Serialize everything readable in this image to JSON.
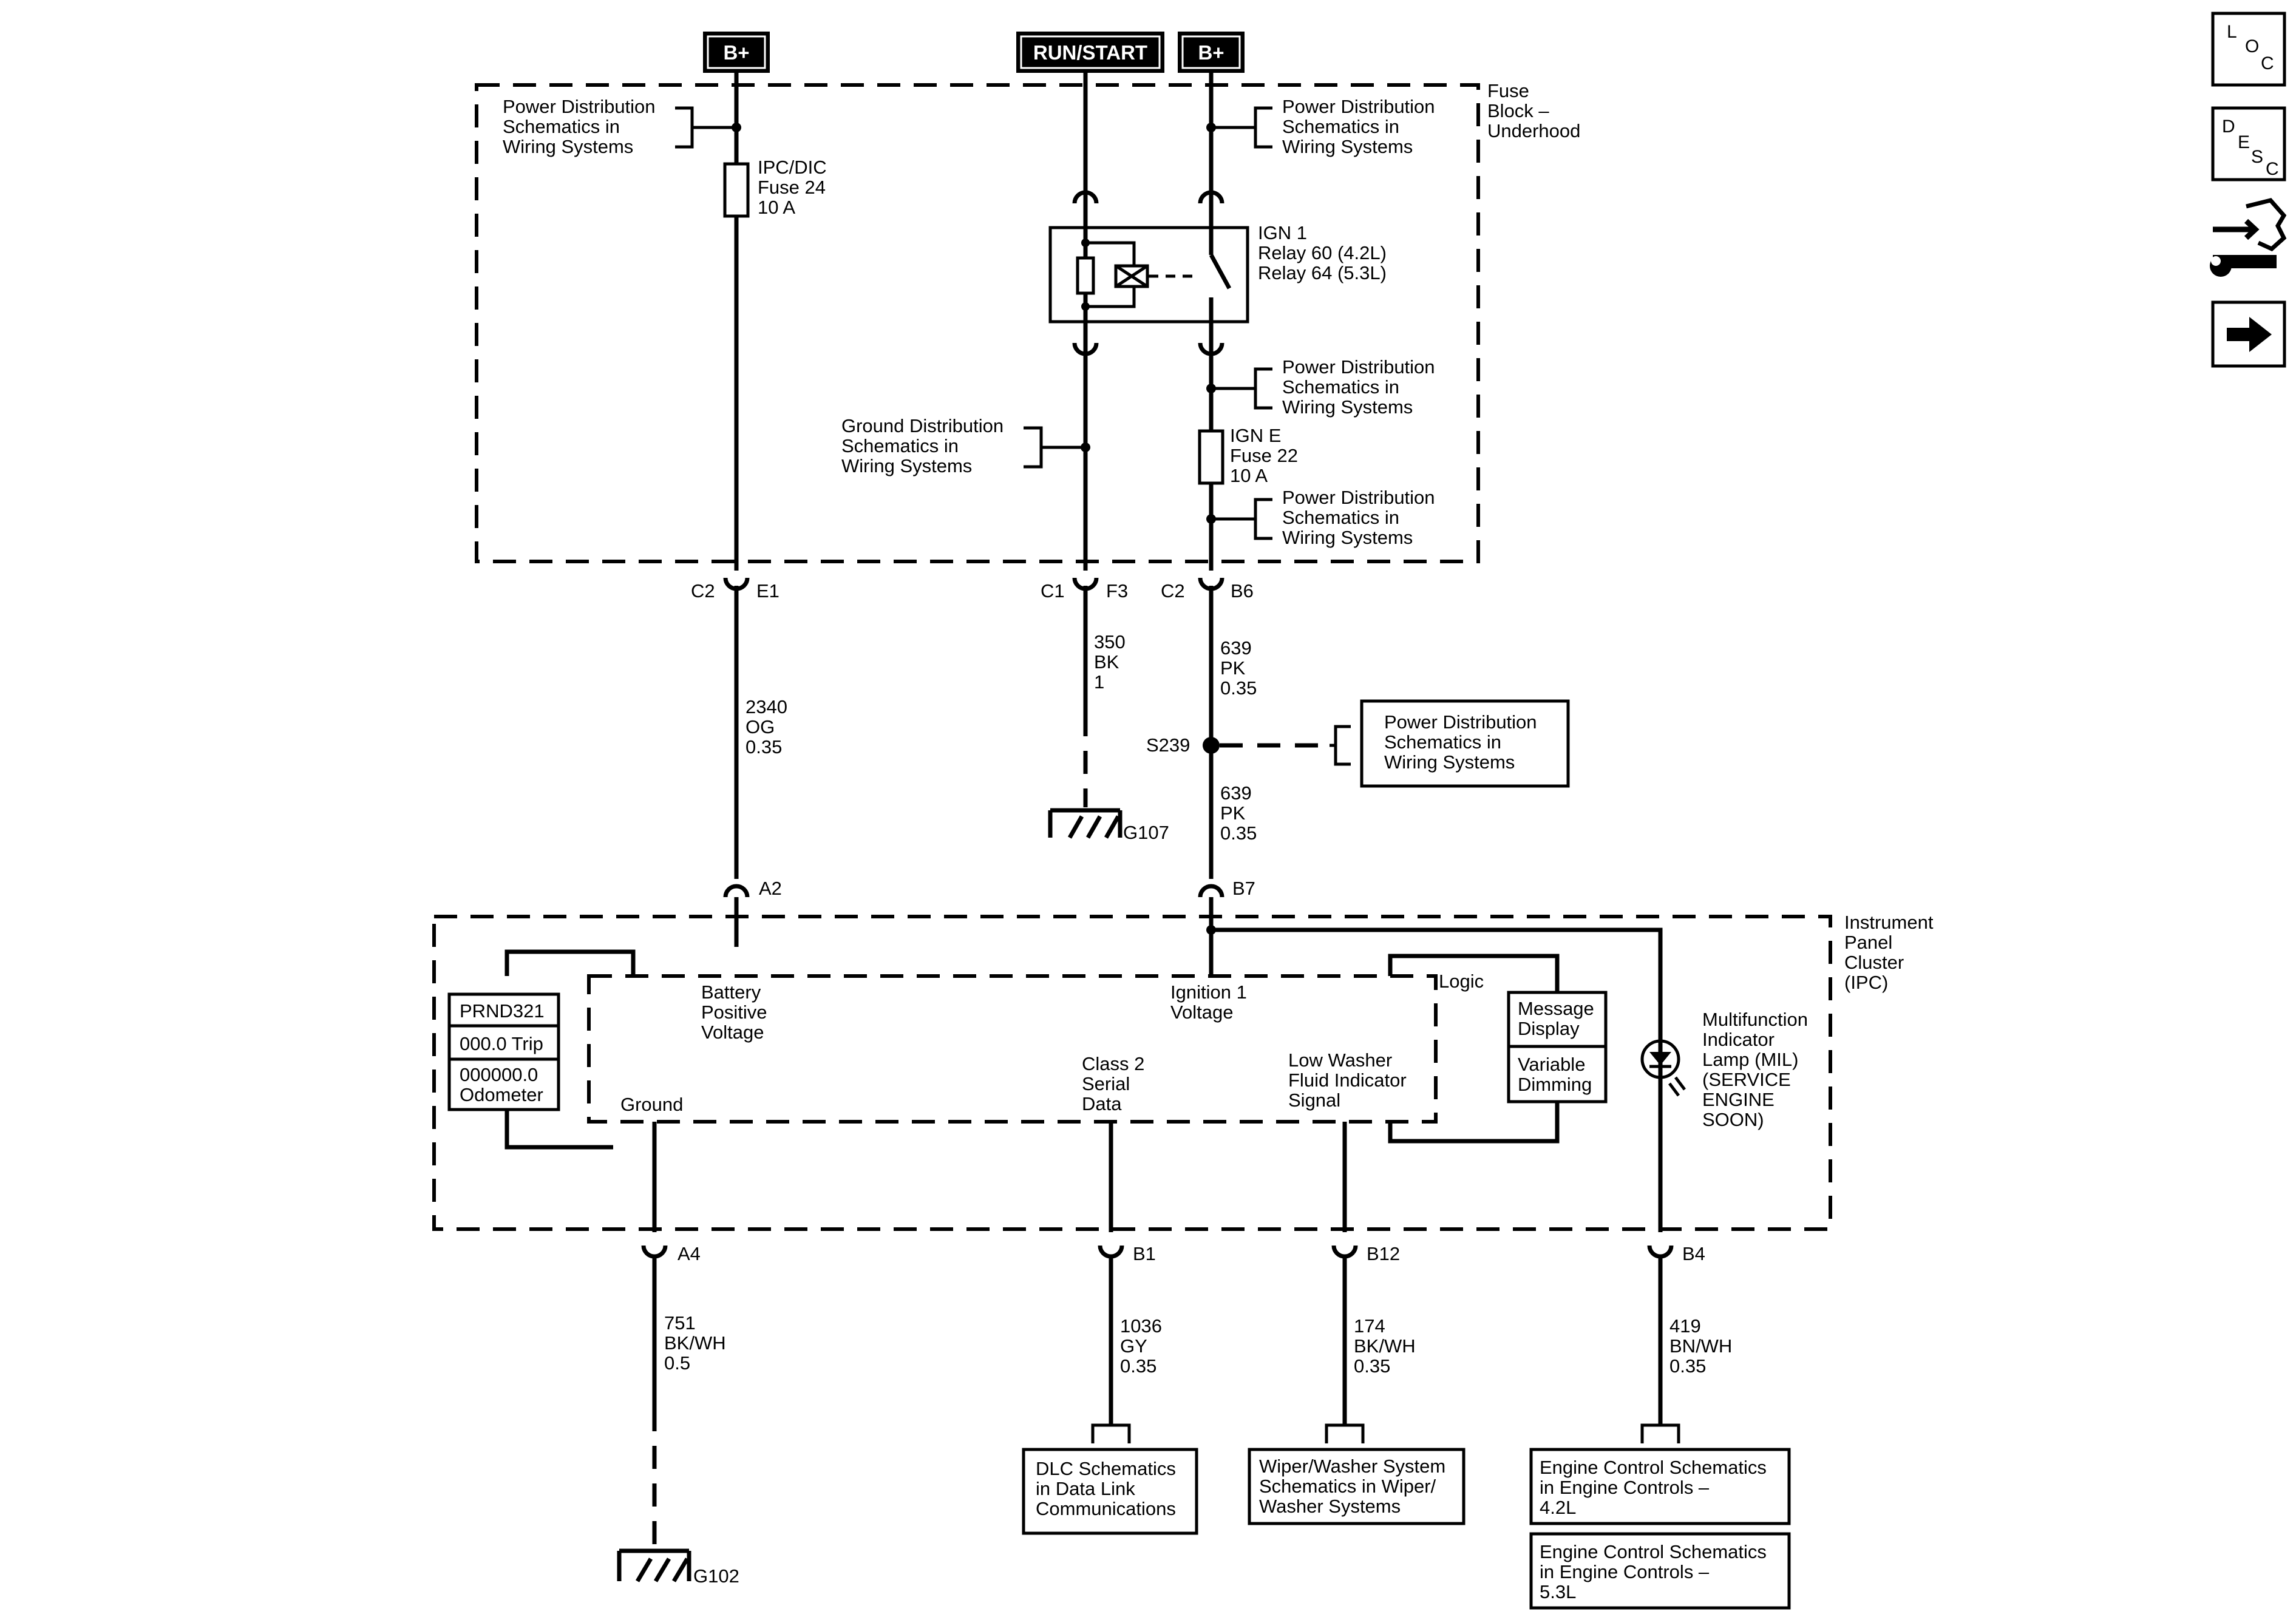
{
  "power": {
    "b_plus_left": "B+",
    "run_start": "RUN/START",
    "b_plus_right": "B+"
  },
  "fuse_block": {
    "name": [
      "Fuse",
      "Block –",
      "Underhood"
    ],
    "pd_ref": [
      "Power Distribution",
      "Schematics in",
      "Wiring Systems"
    ],
    "gnd_ref": [
      "Ground Distribution",
      "Schematics in",
      "Wiring Systems"
    ],
    "fuse_ipc": [
      "IPC/DIC",
      "Fuse 24",
      "10 A"
    ],
    "relay": [
      "IGN 1",
      "Relay 60 (4.2L)",
      "Relay 64 (5.3L)"
    ],
    "fuse_ign": [
      "IGN E",
      "Fuse 22",
      "10 A"
    ]
  },
  "connectors": {
    "c2": "C2",
    "e1": "E1",
    "c1": "C1",
    "f3": "F3",
    "b6": "B6",
    "a2": "A2",
    "b7": "B7",
    "a4": "A4",
    "b1": "B1",
    "b12": "B12",
    "b4": "B4"
  },
  "wires": {
    "w2340": [
      "2340",
      "OG",
      "0.35"
    ],
    "w350": [
      "350",
      "BK",
      "1"
    ],
    "w639a": [
      "639",
      "PK",
      "0.35"
    ],
    "w639b": [
      "639",
      "PK",
      "0.35"
    ],
    "w751": [
      "751",
      "BK/WH",
      "0.5"
    ],
    "w1036": [
      "1036",
      "GY",
      "0.35"
    ],
    "w174": [
      "174",
      "BK/WH",
      "0.35"
    ],
    "w419": [
      "419",
      "BN/WH",
      "0.35"
    ]
  },
  "splice": {
    "label": "S239",
    "ref": [
      "Power Distribution",
      "Schematics in",
      "Wiring Systems"
    ]
  },
  "grounds": {
    "g107": "G107",
    "g102": "G102"
  },
  "ipc": {
    "name": [
      "Instrument",
      "Panel",
      "Cluster",
      "(IPC)"
    ],
    "battery": [
      "Battery",
      "Positive",
      "Voltage"
    ],
    "ignition": [
      "Ignition 1",
      "Voltage"
    ],
    "logic": "Logic",
    "ground": "Ground",
    "class2": [
      "Class 2",
      "Serial",
      "Data"
    ],
    "washer": [
      "Low Washer",
      "Fluid Indicator",
      "Signal"
    ],
    "display": [
      "PRND321",
      "000.0 Trip",
      "000000.0",
      "Odometer"
    ],
    "message": [
      "Message",
      "Display"
    ],
    "dimming": [
      "Variable",
      "Dimming"
    ],
    "mil": [
      "Multifunction",
      "Indicator",
      "Lamp (MIL)",
      "(SERVICE",
      "ENGINE",
      "SOON)"
    ]
  },
  "refs": {
    "dlc": [
      "DLC Schematics",
      "in Data Link",
      "Communications"
    ],
    "wiper": [
      "Wiper/Washer System",
      "Schematics in Wiper/",
      "Washer Systems"
    ],
    "eng42": [
      "Engine Control Schematics",
      "in Engine Controls –",
      "4.2L"
    ],
    "eng53": [
      "Engine Control Schematics",
      "in Engine Controls –",
      "5.3L"
    ]
  },
  "nav": {
    "loc": [
      "L",
      "O",
      "C"
    ],
    "desc": [
      "D",
      "E",
      "S",
      "C"
    ],
    "connector_icon": "connector-tools-icon",
    "next_icon": "arrow-right-icon"
  }
}
